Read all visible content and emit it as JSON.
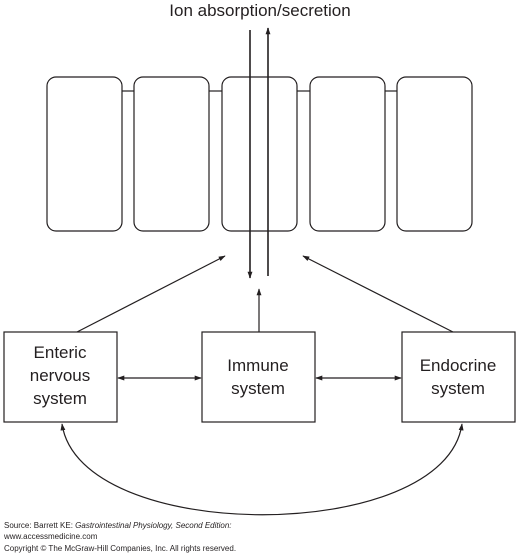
{
  "title": "Ion absorption/secretion",
  "boxes": {
    "enteric": {
      "line1": "Enteric",
      "line2": "nervous",
      "line3": "system"
    },
    "immune": {
      "line1": "Immune",
      "line2": "system"
    },
    "endocrine": {
      "line1": "Endocrine",
      "line2": "system"
    }
  },
  "footer": {
    "source_prefix": "Source: Barrett KE: ",
    "source_title": "Gastrointestinal Physiology, Second Edition:",
    "website": "www.accessmedicine.com",
    "copyright": "Copyright © The McGraw-Hill Companies, Inc. All rights reserved."
  },
  "colors": {
    "line": "#231f20",
    "background": "#ffffff"
  }
}
